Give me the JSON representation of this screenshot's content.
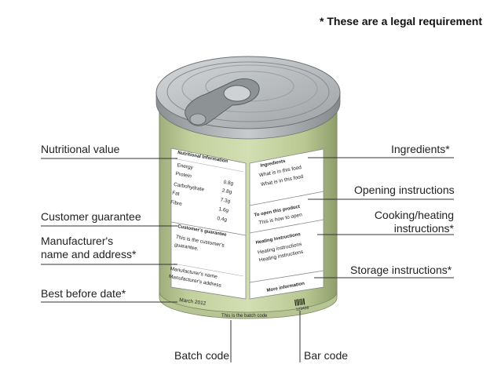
{
  "legal_note": "* These are a legal requirement",
  "callouts": {
    "nutritional_value": "Nutritional value",
    "customer_guarantee": "Customer guarantee",
    "manufacturer": "Manufacturer's\nname and address*",
    "best_before": "Best before date*",
    "batch_code": "Batch code",
    "bar_code": "Bar code",
    "ingredients": "Ingredients*",
    "opening": "Opening instructions",
    "cooking": "Cooking/heating\ninstructions*",
    "storage": "Storage instructions*"
  },
  "label": {
    "nutrition_header": "Nutritional Information",
    "nutrition_rows": [
      {
        "name": "Energy",
        "value": ""
      },
      {
        "name": "Protein",
        "value": "0.8g"
      },
      {
        "name": "Carbohydrate",
        "value": "2.8g"
      },
      {
        "name": "Fat",
        "value": "7.3g"
      },
      {
        "name": "Fibre",
        "value": "1.6g"
      },
      {
        "name": "",
        "value": "0.4g"
      }
    ],
    "guarantee_header": "Customer's guarantee",
    "guarantee_text_1": "This is the customer's",
    "guarantee_text_2": "guarantee.",
    "manufacturer_text_1": "Manufacturer's name",
    "manufacturer_text_2": "Manufacturer's address",
    "best_before_text": "March 2012",
    "batch_text": "This is the batch code",
    "ingredients_header": "Ingredients",
    "ingredients_text_1": "What is in this food",
    "ingredients_text_2": "What is in this food",
    "opening_header": "To open this product",
    "opening_text": "This is how to open",
    "heating_header": "Heating instructions",
    "heating_text_1": "Heating instructions",
    "heating_text_2": "Heating instructions",
    "more_info_header": "More information",
    "barcode_number": "123456"
  },
  "colors": {
    "can_body": "#c9d6a8",
    "can_lid": "#bfc3c6",
    "label_panel": "#ffffff",
    "callout_line": "#333333"
  }
}
